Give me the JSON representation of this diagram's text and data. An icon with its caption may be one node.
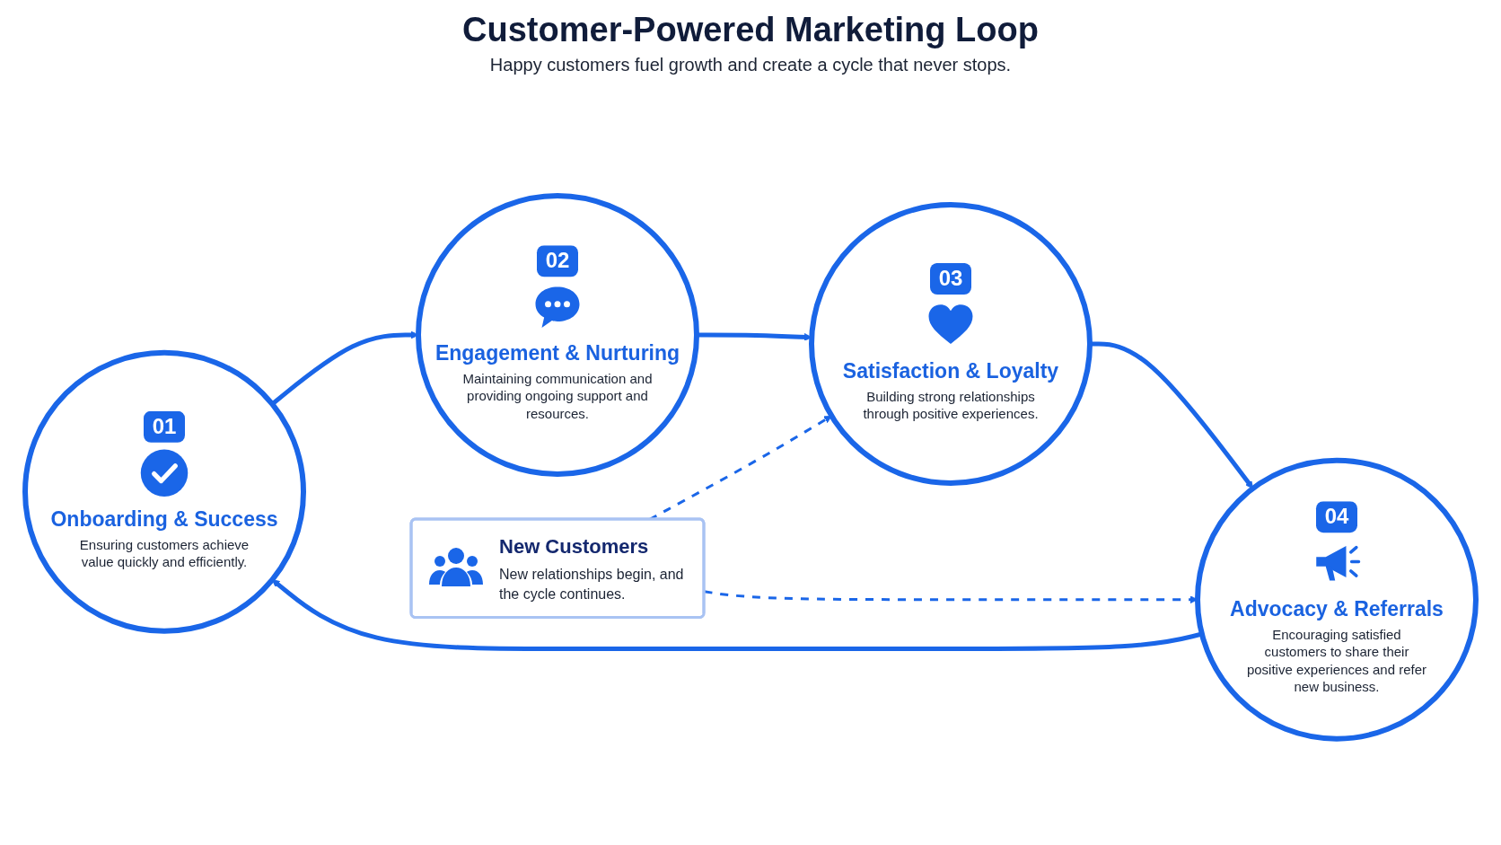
{
  "diagram": {
    "title": "Customer-Powered Marketing Loop",
    "nodes": [
      {
        "text": [
          "01",
          "Onboarding & Success",
          "Ensuring customers achieve value quickly and efficiently."
        ]
      },
      {
        "text": [
          "02",
          "Engagement & Nurturing",
          "Maintaining communication and providing ongoing support and resources."
        ]
      },
      {
        "text": [
          "03",
          "Satisfaction & Loyalty",
          "Building strong relationships through positive experiences."
        ]
      },
      {
        "text": [
          "04",
          "Advocacy & Referrals",
          "Encouraging satisfied customers to share their positive experiences and refer new business."
        ]
      },
      {
        "text": [
          "New Customers",
          "New relationships begin, and the cycle continues."
        ]
      }
    ],
    "edges": [
      {
        "from": 0,
        "to": 1,
        "arrow": "to"
      },
      {
        "from": 1,
        "to": 2,
        "arrow": "to"
      },
      {
        "from": 2,
        "to": 3,
        "arrow": "to"
      },
      {
        "from": 3,
        "to": 0,
        "arrow": "to"
      },
      {
        "from": 4,
        "to": 3,
        "arrow": "to",
        "style": "dashed"
      },
      {
        "from": 4,
        "to": 2,
        "arrow": "to",
        "style": "dashed"
      }
    ],
    "labels": [
      "Happy customers fuel growth and create a cycle that never stops."
    ]
  }
}
